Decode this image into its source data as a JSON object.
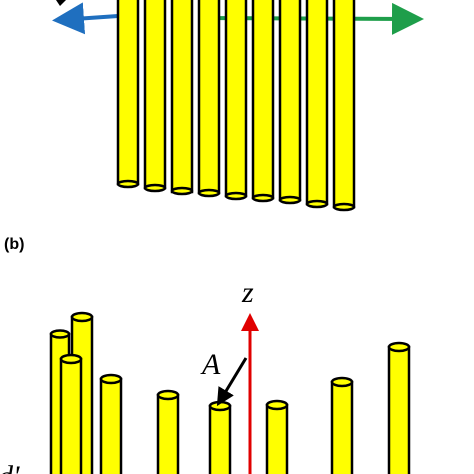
{
  "panels": {
    "a": {
      "label": ""
    },
    "b": {
      "label": "(b)"
    }
  },
  "labels": {
    "z_axis": "z",
    "point_a": "A",
    "cut_left": "d'"
  },
  "colors": {
    "rod_fill": "#FFFF00",
    "rod_stroke": "#000000",
    "arrow_left": "#1F6FBF",
    "arrow_right": "#1E9E4A",
    "z_axis": "#E00000",
    "pointer": "#000000"
  }
}
